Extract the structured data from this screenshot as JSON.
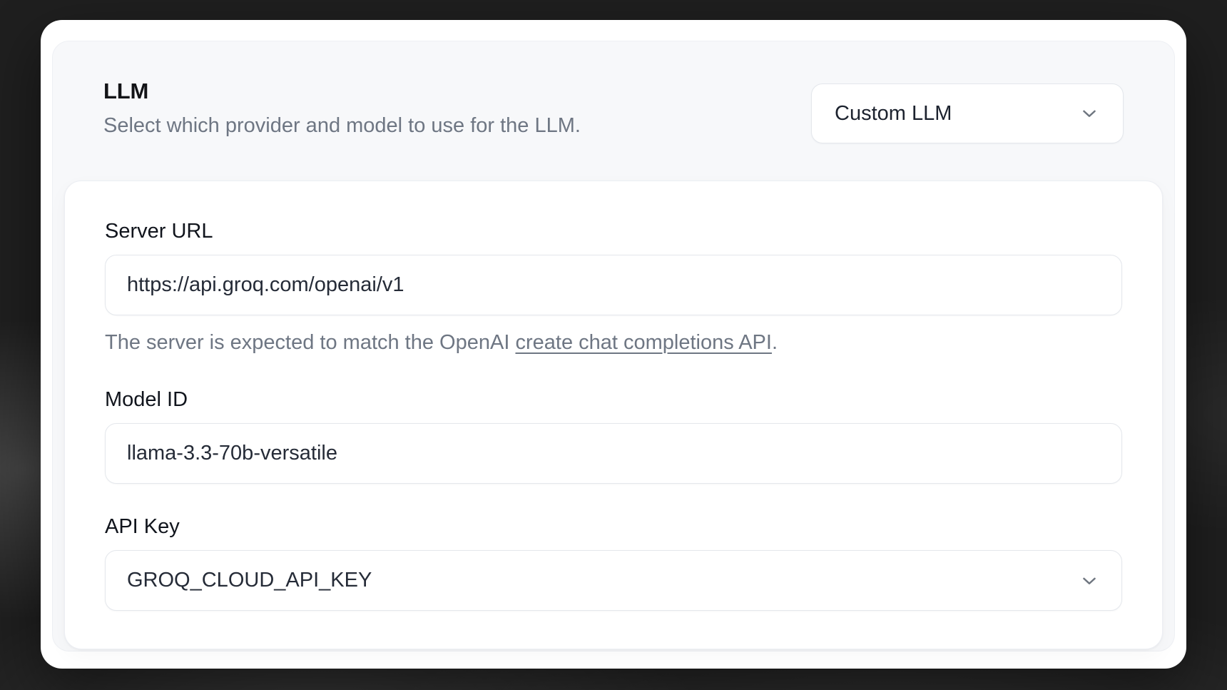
{
  "panel": {
    "title": "LLM",
    "subtitle": "Select which provider and model to use for the LLM.",
    "provider_select": {
      "value": "Custom LLM",
      "icon": "chevron-down"
    }
  },
  "form": {
    "server_url": {
      "label": "Server URL",
      "value": "https://api.groq.com/openai/v1",
      "helper_prefix": "The server is expected to match the OpenAI ",
      "helper_link_text": "create chat completions API",
      "helper_suffix": "."
    },
    "model_id": {
      "label": "Model ID",
      "value": "llama-3.3-70b-versatile"
    },
    "api_key": {
      "label": "API Key",
      "value": "GROQ_CLOUD_API_KEY",
      "icon": "chevron-down"
    }
  },
  "colors": {
    "page_background": "#1f1f1f",
    "window_background": "#ffffff",
    "panel_background": "#f7f8fa",
    "card_background": "#ffffff",
    "border": "#e4e7ec",
    "text_primary": "#10141c",
    "text_secondary": "#6e7683",
    "input_text": "#252b37"
  }
}
